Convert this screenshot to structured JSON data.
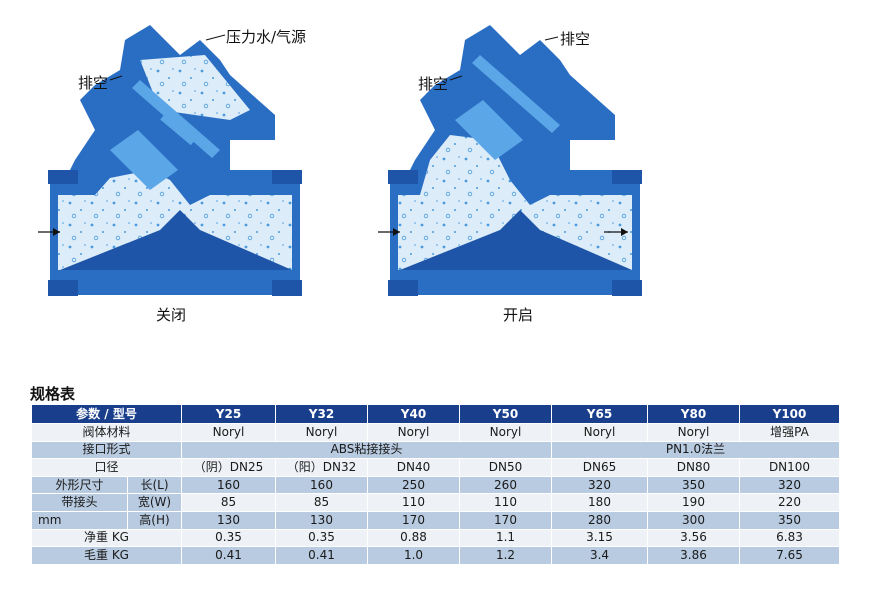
{
  "diagram": {
    "left": {
      "caption": "关闭",
      "label_top": "压力水/气源",
      "label_side": "排空"
    },
    "right": {
      "caption": "开启",
      "label_top": "排空",
      "label_side": "排空"
    }
  },
  "spec": {
    "title": "规格表",
    "header": [
      "参数 / 型号",
      "Y25",
      "Y32",
      "Y40",
      "Y50",
      "Y65",
      "Y80",
      "Y100"
    ],
    "material": {
      "label": "阀体材料",
      "values": [
        "Noryl",
        "Noryl",
        "Noryl",
        "Noryl",
        "Noryl",
        "Noryl",
        "增强PA"
      ]
    },
    "connection": {
      "label": "接口形式",
      "left": "ABS粘接接头",
      "right": "PN1.0法兰"
    },
    "bore": {
      "label": "口径",
      "values": [
        "（阴）DN25",
        "（阳）DN32",
        "DN40",
        "DN50",
        "DN65",
        "DN80",
        "DN100"
      ]
    },
    "dims": {
      "label_lines": [
        "外形尺寸",
        "带接头",
        "mm"
      ],
      "rows": [
        {
          "label": "长(L)",
          "values": [
            "160",
            "160",
            "250",
            "260",
            "320",
            "350",
            "320"
          ]
        },
        {
          "label": "宽(W)",
          "values": [
            "85",
            "85",
            "110",
            "110",
            "180",
            "190",
            "220"
          ]
        },
        {
          "label": "高(H)",
          "values": [
            "130",
            "130",
            "170",
            "170",
            "280",
            "300",
            "350"
          ]
        }
      ]
    },
    "net_weight": {
      "label": "净重 KG",
      "values": [
        "0.35",
        "0.35",
        "0.88",
        "1.1",
        "3.15",
        "3.56",
        "6.83"
      ]
    },
    "gross_weight": {
      "label": "毛重 KG",
      "values": [
        "0.41",
        "0.41",
        "1.0",
        "1.2",
        "3.4",
        "3.86",
        "7.65"
      ]
    }
  },
  "colors": {
    "header": "#183e8c",
    "row_light": "#eef1f6",
    "row_blue": "#b8cbe0",
    "valve_dark": "#1f5fb5",
    "valve_mid": "#3b8fd8",
    "fluid": "#dcecf8"
  }
}
